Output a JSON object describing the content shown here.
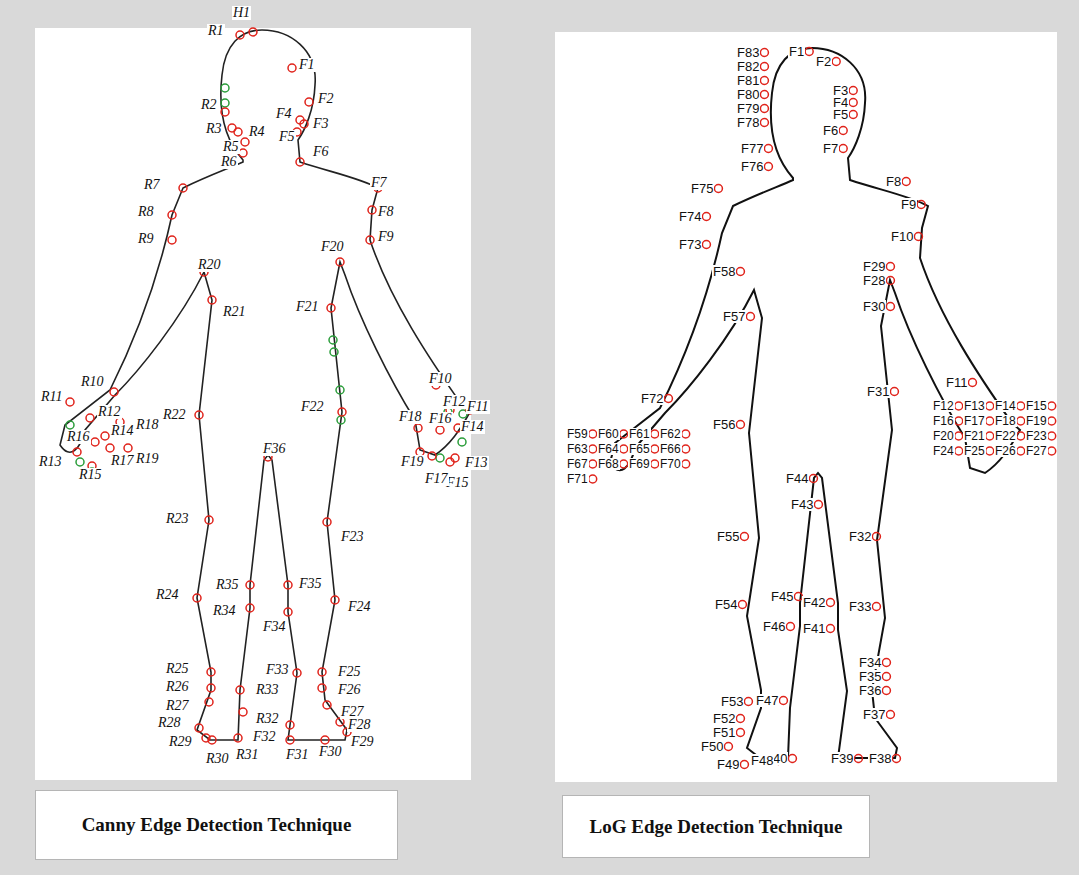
{
  "diagram": {
    "nodes": [
      {
        "text": [
          "Canny Edge Detection Technique"
        ]
      },
      {
        "text": [
          "LoG Edge Detection Technique"
        ]
      }
    ],
    "labels": [
      "H1",
      "R1",
      "R2",
      "R3",
      "R4",
      "R5",
      "R6",
      "R7",
      "R8",
      "R9",
      "R10",
      "R11",
      "R12",
      "R13",
      "R14",
      "R15",
      "R16",
      "R17",
      "R18",
      "R19",
      "R20",
      "R21",
      "R22",
      "R23",
      "R24",
      "R25",
      "R26",
      "R27",
      "R28",
      "R29",
      "R30",
      "R31",
      "R32",
      "R33",
      "R34",
      "R35",
      "F1",
      "F2",
      "F3",
      "F4",
      "F5",
      "F6",
      "F7",
      "F8",
      "F9",
      "F10",
      "F11",
      "F12",
      "F13",
      "F14",
      "F15",
      "F16",
      "F17",
      "F18",
      "F19",
      "F20",
      "F21",
      "F22",
      "F23",
      "F24",
      "F25",
      "F26",
      "F27",
      "F28",
      "F29",
      "F30",
      "F31",
      "F32",
      "F33",
      "F34",
      "F35",
      "F36",
      "F1",
      "F2",
      "F3",
      "F4",
      "F5",
      "F6",
      "F7",
      "F8",
      "F9",
      "F10",
      "F11",
      "F12",
      "F13",
      "F14",
      "F15",
      "F16",
      "F17",
      "F18",
      "F19",
      "F20",
      "F21",
      "F22",
      "F23",
      "F24",
      "F25",
      "F26",
      "F27",
      "F28",
      "F29",
      "F30",
      "F31",
      "F32",
      "F33",
      "F34",
      "F35",
      "F36",
      "F37",
      "F38",
      "F39",
      "F40",
      "F41",
      "F42",
      "F43",
      "F44",
      "F45",
      "F46",
      "F47",
      "F48",
      "F49",
      "F50",
      "F51",
      "F52",
      "F53",
      "F54",
      "F55",
      "F56",
      "F57",
      "F58",
      "F59",
      "F60",
      "F61",
      "F62",
      "F63",
      "F64",
      "F65",
      "F66",
      "F67",
      "F68",
      "F69",
      "F70",
      "F71",
      "F72",
      "F73",
      "F74",
      "F75",
      "F76",
      "F77",
      "F78",
      "F79",
      "F80",
      "F81",
      "F82",
      "F83"
    ]
  }
}
